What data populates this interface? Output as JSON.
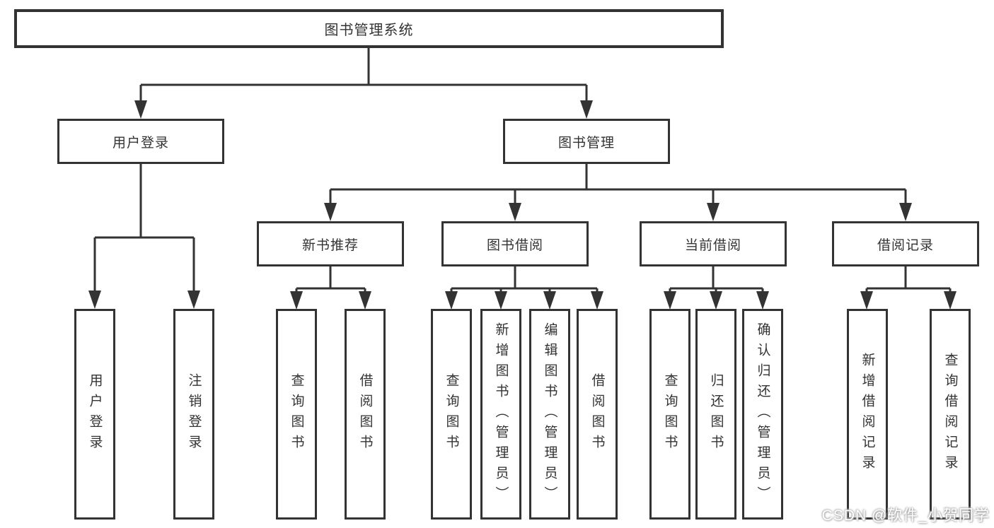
{
  "diagram": {
    "title": "图书管理系统",
    "branches": [
      {
        "label": "用户登录",
        "children": [
          {
            "label": "用户登录"
          },
          {
            "label": "注销登录"
          }
        ]
      },
      {
        "label": "图书管理",
        "children": [
          {
            "label": "新书推荐",
            "children": [
              {
                "label": "查询图书"
              },
              {
                "label": "借阅图书"
              }
            ]
          },
          {
            "label": "图书借阅",
            "children": [
              {
                "label": "查询图书"
              },
              {
                "label": "新增图书（管理员）"
              },
              {
                "label": "编辑图书（管理员）"
              },
              {
                "label": "借阅图书"
              }
            ]
          },
          {
            "label": "当前借阅",
            "children": [
              {
                "label": "查询图书"
              },
              {
                "label": "归还图书"
              },
              {
                "label": "确认归还（管理员）"
              }
            ]
          },
          {
            "label": "借阅记录",
            "children": [
              {
                "label": "新增借阅记录"
              },
              {
                "label": "查询借阅记录"
              }
            ]
          }
        ]
      }
    ],
    "watermark": "CSDN @软件_小贺同学",
    "colors": {
      "line": "#333333",
      "text": "#333333",
      "background": "#ffffff",
      "watermark_text": "#ffffff"
    }
  }
}
